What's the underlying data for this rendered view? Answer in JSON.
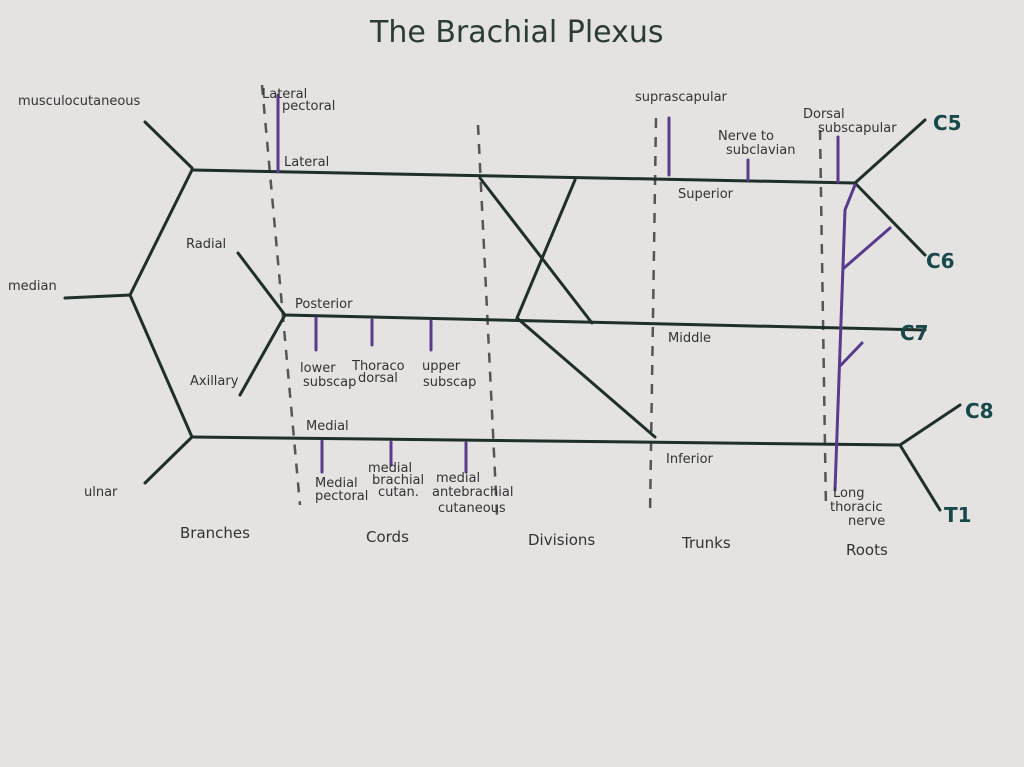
{
  "title": "The Brachial Plexus",
  "branches": {
    "musculocutaneous": "musculocutaneous",
    "median": "median",
    "radial": "Radial",
    "axillary": "Axillary",
    "ulnar": "ulnar"
  },
  "cords": {
    "lateral": "Lateral",
    "posterior": "Posterior",
    "medial": "Medial"
  },
  "trunks": {
    "superior": "Superior",
    "middle": "Middle",
    "inferior": "Inferior"
  },
  "roots": [
    "C5",
    "C6",
    "C7",
    "C8",
    "T1"
  ],
  "nerves": {
    "lateral_pectoral": [
      "Lateral",
      "pectoral"
    ],
    "lower_subscap": [
      "lower",
      "subscap"
    ],
    "thoracodorsal": [
      "Thoraco",
      "dorsal"
    ],
    "upper_subscap": [
      "upper",
      "subscap"
    ],
    "medial_pectoral": [
      "Medial",
      "pectoral"
    ],
    "medial_brachial": [
      "medial",
      "brachial",
      "cutan."
    ],
    "medial_antebrachial": [
      "medial",
      "antebrachial",
      "cutaneous"
    ],
    "suprascapular": "suprascapular",
    "nerve_to_subclavian": [
      "Nerve to",
      "subclavian"
    ],
    "dorsal_scapular": [
      "Dorsal",
      "subscapular"
    ],
    "long_thoracic": [
      "Long",
      "thoracic",
      "nerve"
    ]
  },
  "sections": [
    "Branches",
    "Cords",
    "Divisions",
    "Trunks",
    "Roots"
  ],
  "colors": {
    "line": "#1f2f2a",
    "nerve": "#5a3a8c",
    "root_label": "#17484a"
  }
}
